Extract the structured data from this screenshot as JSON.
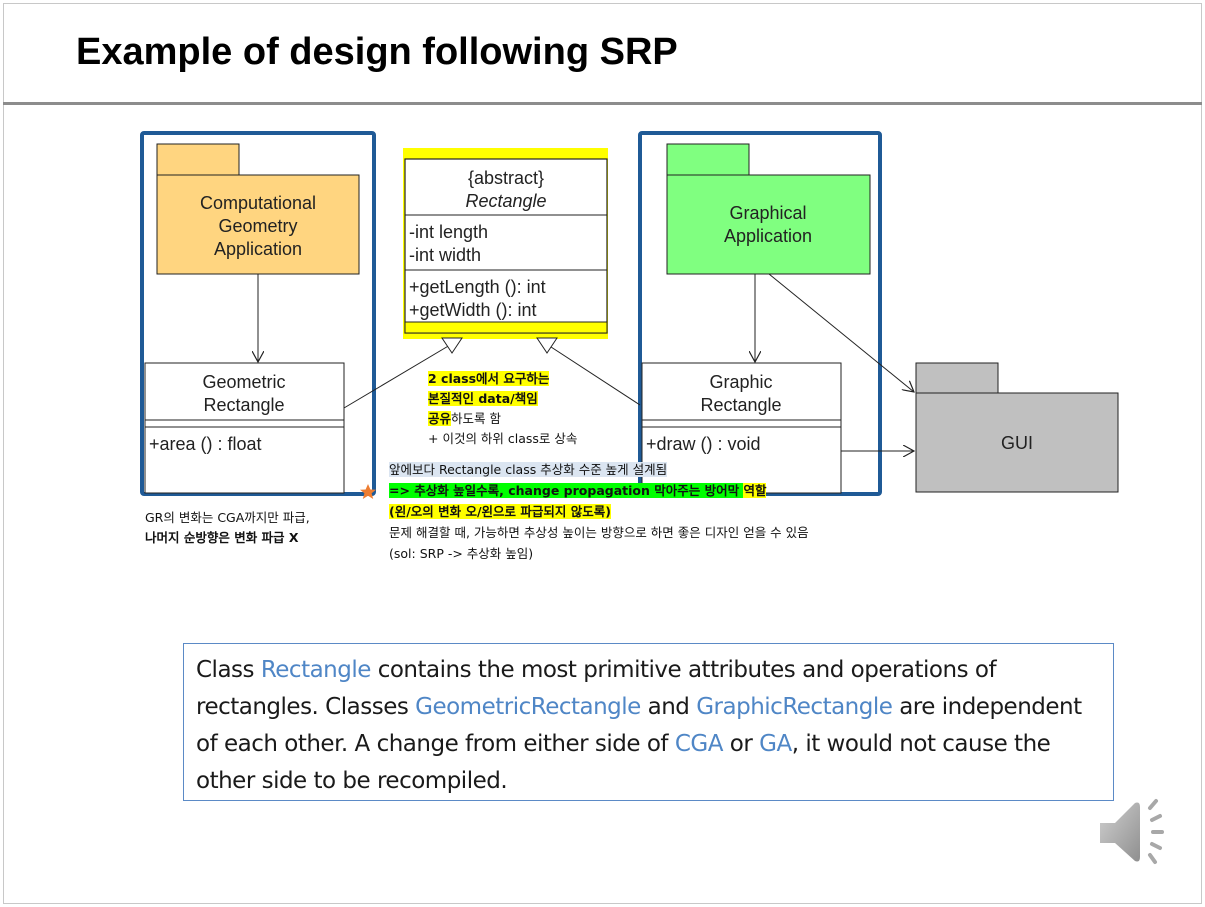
{
  "slide": {
    "title": "Example of design following SRP"
  },
  "diagram": {
    "packages": {
      "cga": {
        "label_lines": [
          "Computational",
          "Geometry",
          "Application"
        ],
        "color": "#ffd580"
      },
      "ga": {
        "label_lines": [
          "Graphical",
          "Application"
        ],
        "color": "#80ff80"
      },
      "gui": {
        "label": "GUI",
        "color": "#c0c0c0"
      }
    },
    "classes": {
      "rectangle": {
        "stereotype": "{abstract}",
        "name": "Rectangle",
        "attributes": [
          "-int length",
          "-int width"
        ],
        "operations": [
          "+getLength (): int",
          "+getWidth (): int"
        ],
        "highlight": "#ffff00"
      },
      "geometric_rectangle": {
        "name_lines": [
          "Geometric",
          "Rectangle"
        ],
        "operations": [
          "+area () : float"
        ]
      },
      "graphic_rectangle": {
        "name_lines": [
          "Graphic",
          "Rectangle"
        ],
        "operations": [
          "+draw () : void"
        ]
      }
    },
    "group_border_color": "#1f5a96",
    "star_color": "#ed7d31"
  },
  "notes": {
    "center": {
      "line1": "2 class에서 요구하는",
      "line2": "본질적인 data/책임",
      "line3_hl": "공유",
      "line3_rest": "하도록 함",
      "line4": "+ 이것의 하위 class로 상속"
    },
    "left": {
      "line1": "GR의 변화는 CGA까지만 파급,",
      "line2": "나머지 순방향은 변화 파급 X"
    },
    "bottom": {
      "line1": "앞에보다 Rectangle class 추상화 수준 높게 설계됨",
      "line2_green": "=> 추상화 높일수록, change propagation 막아주는 방어막 ",
      "line2_yellow": "역할",
      "line3": "(왼/오의 변화 오/왼으로 파급되지 않도록)",
      "line4": "문제 해결할 때, 가능하면 추상성 높이는 방향으로 하면 좋은 디자인 얻을 수 있음",
      "line5": "(sol: SRP -> 추상화 높임)"
    }
  },
  "summary": {
    "parts": [
      {
        "text": "Class ",
        "kw": false
      },
      {
        "text": "Rectangle",
        "kw": true
      },
      {
        "text": " contains the most primitive attributes and operations of rectangles. Classes ",
        "kw": false
      },
      {
        "text": "GeometricRectangle",
        "kw": true
      },
      {
        "text": " and ",
        "kw": false
      },
      {
        "text": "GraphicRectangle",
        "kw": true
      },
      {
        "text": " are independent of each other. A change from either side of ",
        "kw": false
      },
      {
        "text": "CGA",
        "kw": true
      },
      {
        "text": " or ",
        "kw": false
      },
      {
        "text": "GA",
        "kw": true
      },
      {
        "text": ", it would not cause the other side to be recompiled.",
        "kw": false
      }
    ],
    "keyword_color": "#4f86c6"
  },
  "audio": {
    "icon": "speaker-icon"
  }
}
